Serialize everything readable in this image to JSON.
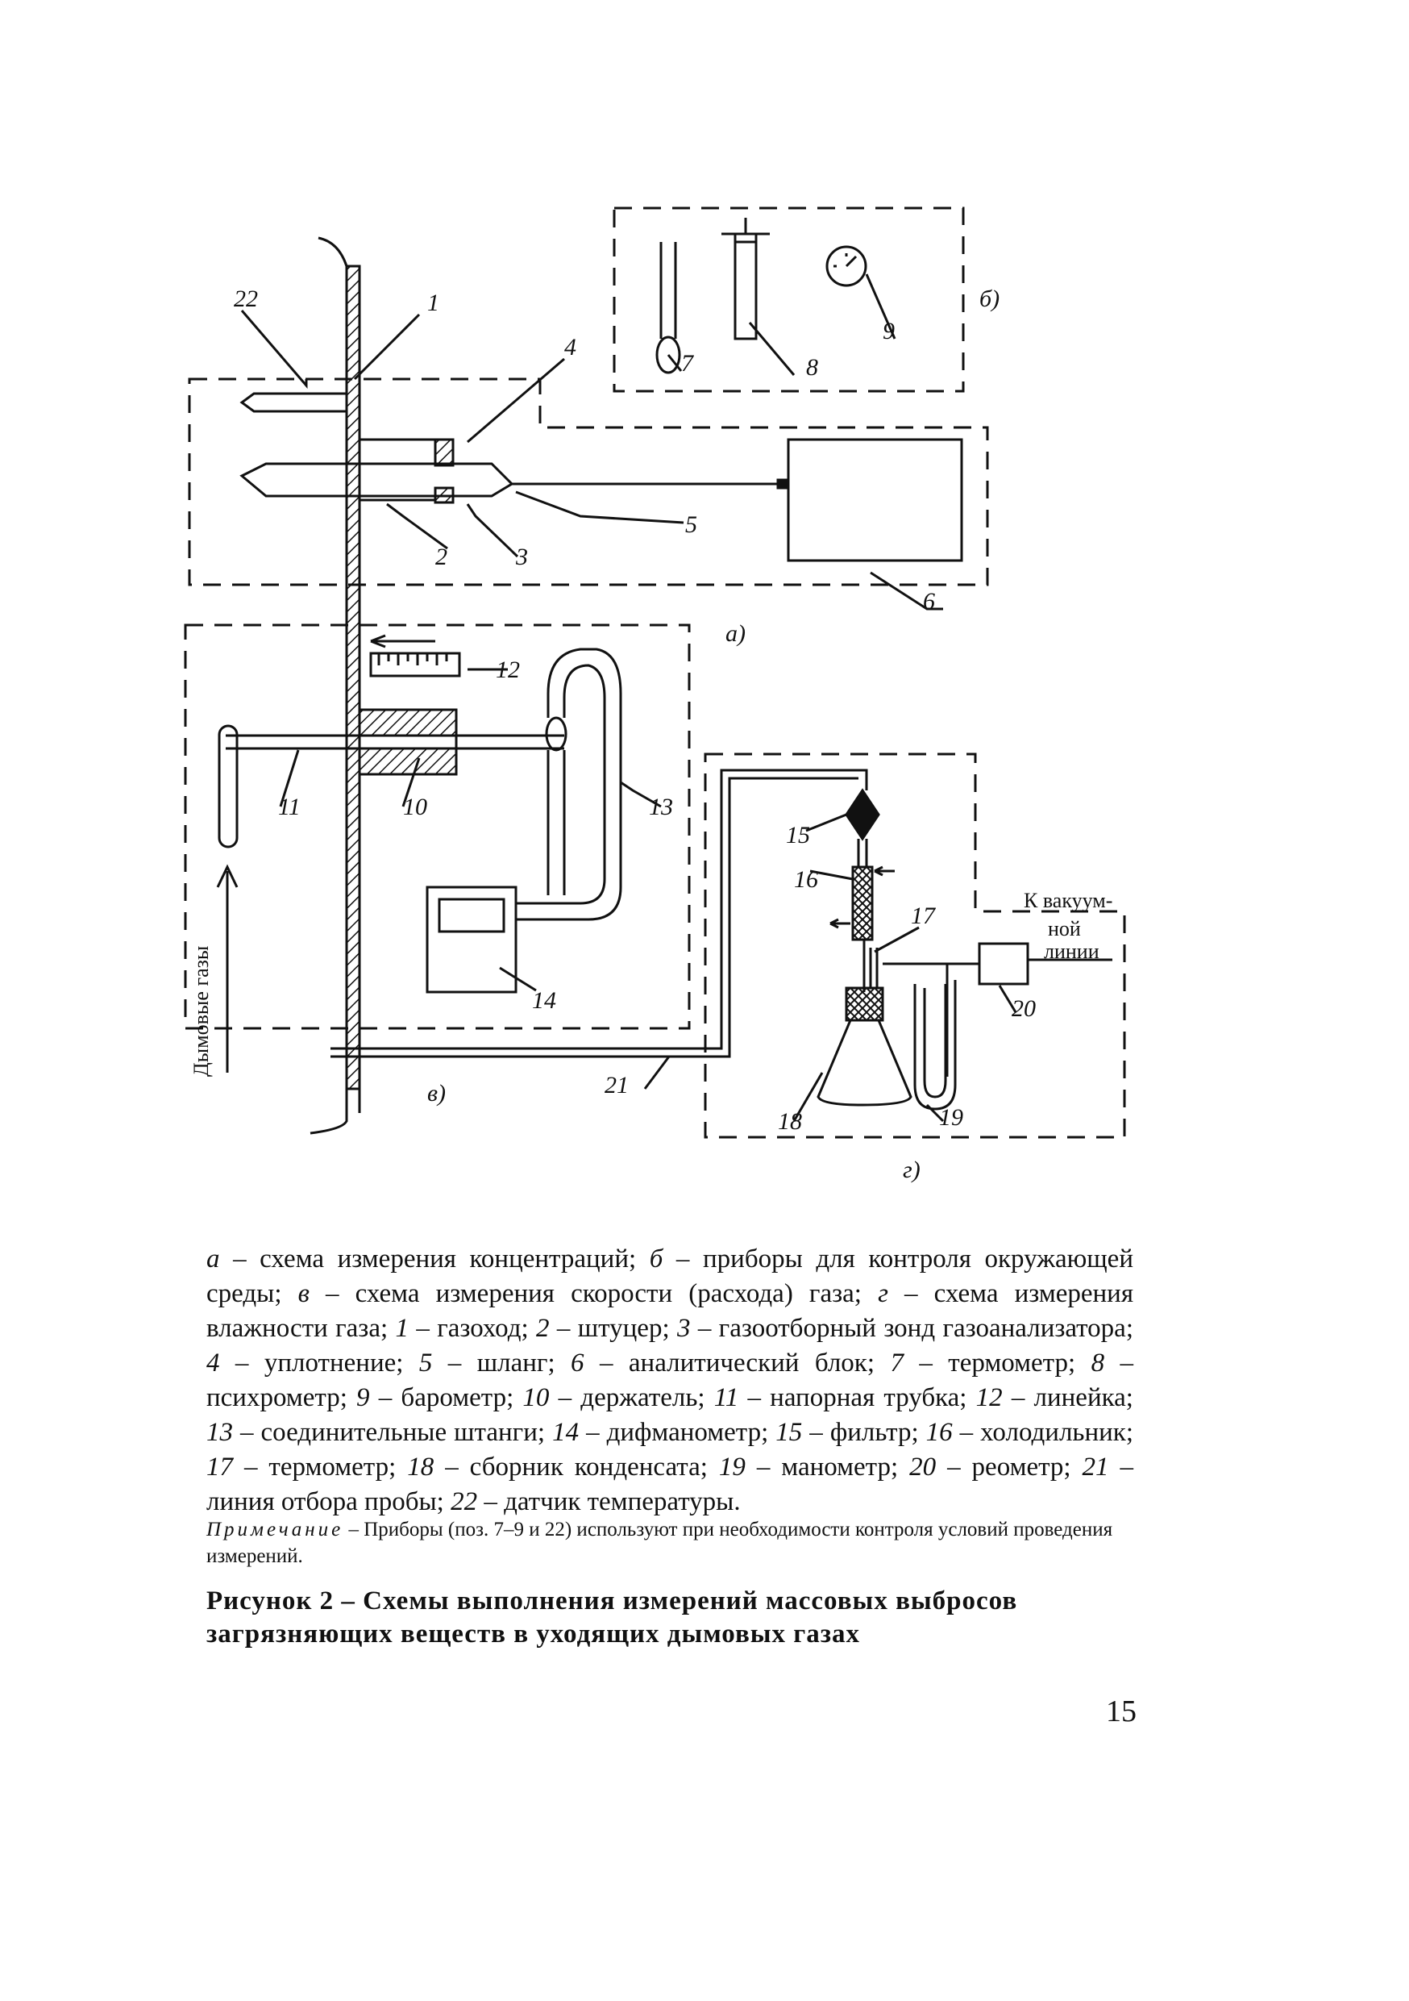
{
  "figure": {
    "labels": {
      "n1": "1",
      "n2": "2",
      "n3": "3",
      "n4": "4",
      "n5": "5",
      "n6": "6",
      "n7": "7",
      "n8": "8",
      "n9": "9",
      "n10": "10",
      "n11": "11",
      "n12": "12",
      "n13": "13",
      "n14": "14",
      "n15": "15",
      "n16": "16",
      "n17": "17",
      "n18": "18",
      "n19": "19",
      "n20": "20",
      "n21": "21",
      "n22": "22"
    },
    "subfigures": {
      "a": "а)",
      "b": "б)",
      "v": "в)",
      "g": "г)"
    },
    "vacuum_line": [
      "К вакуум-",
      "ной",
      "линии"
    ],
    "flue_gas_label": "Дымовые газы"
  },
  "caption": {
    "parts": [
      {
        "t": "а",
        "d": " – схема измерения концентраций; "
      },
      {
        "t": "б",
        "d": " – приборы для контроля окружающей среды; "
      },
      {
        "t": "в",
        "d": " – схема измерения скорости (расхода) газа; "
      },
      {
        "t": "г",
        "d": " – схема измерения влажности газа; "
      },
      {
        "t": "1",
        "d": " – газоход; "
      },
      {
        "t": "2",
        "d": " – штуцер; "
      },
      {
        "t": "3",
        "d": " – газоотборный зонд газоанализатора; "
      },
      {
        "t": "4",
        "d": " – уплотнение; "
      },
      {
        "t": "5",
        "d": " – шланг; "
      },
      {
        "t": "6",
        "d": " – аналитический блок; "
      },
      {
        "t": "7",
        "d": " – термометр; "
      },
      {
        "t": "8",
        "d": " – психрометр; "
      },
      {
        "t": "9",
        "d": " – барометр; "
      },
      {
        "t": "10",
        "d": " – держатель; "
      },
      {
        "t": "11",
        "d": " – напорная трубка; "
      },
      {
        "t": "12",
        "d": " – линейка; "
      },
      {
        "t": "13",
        "d": " – соединительные штанги; "
      },
      {
        "t": "14",
        "d": " – дифманометр; "
      },
      {
        "t": "15",
        "d": " – фильтр; "
      },
      {
        "t": "16",
        "d": " – холодильник; "
      },
      {
        "t": "17",
        "d": " – термометр; "
      },
      {
        "t": "18",
        "d": " – сборник конденсата; "
      },
      {
        "t": "19",
        "d": " – манометр; "
      },
      {
        "t": "20",
        "d": " – реометр; "
      },
      {
        "t": "21",
        "d": " – линия отбора пробы; "
      },
      {
        "t": "22",
        "d": " – датчик температуры."
      }
    ]
  },
  "note": {
    "label": "Примечание",
    "text": " – Приборы (поз. 7–9 и 22) используют при необходимости контроля условий проведения измерений."
  },
  "figure_title": "Рисунок 2 – Схемы выполнения измерений массовых выбросов загрязняющих веществ в уходящих дымовых газах",
  "page_number": "15"
}
